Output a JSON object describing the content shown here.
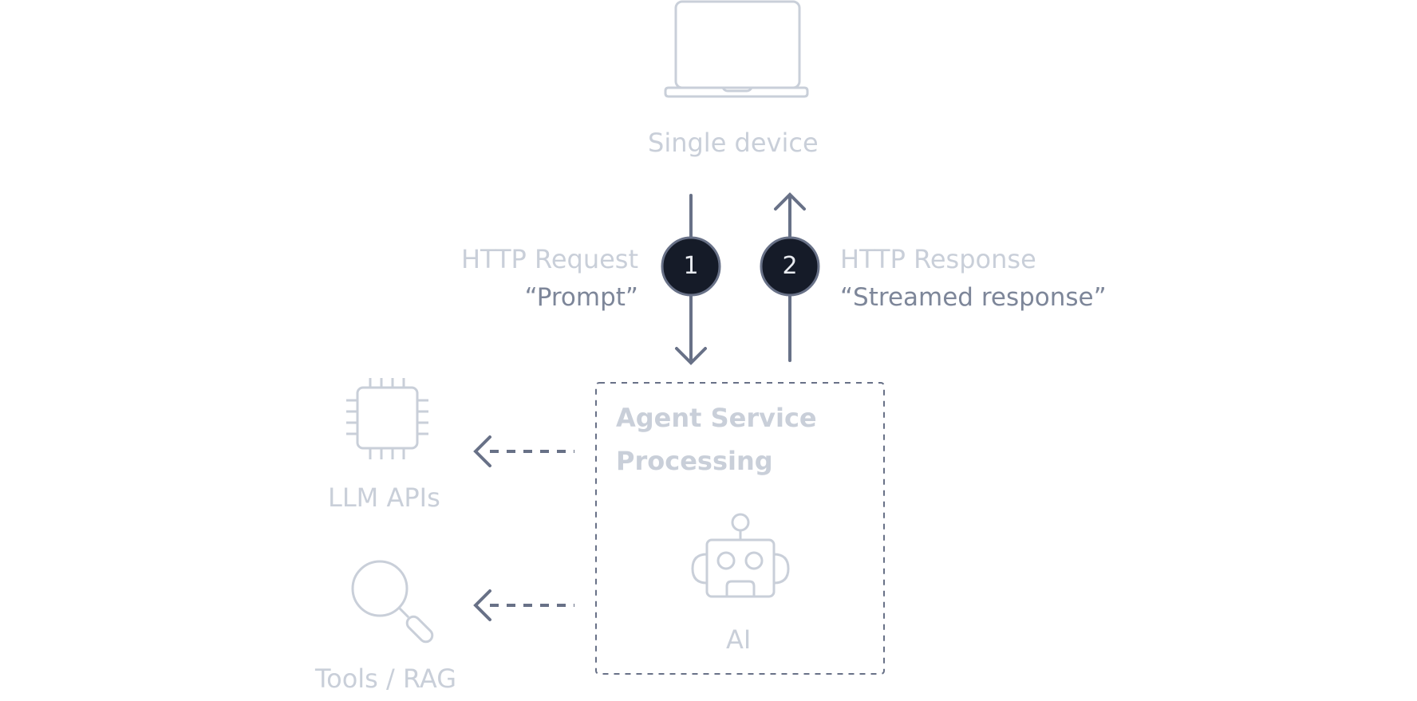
{
  "device": {
    "label": "Single device",
    "icon": "laptop-icon"
  },
  "request": {
    "step": "1",
    "title": "HTTP Request",
    "payload": "“Prompt”"
  },
  "response": {
    "step": "2",
    "title": "HTTP Response",
    "payload": "“Streamed response”"
  },
  "agent": {
    "title_line1": "Agent Service",
    "title_line2": "Processing",
    "ai_label": "AI",
    "icon": "robot-icon"
  },
  "llm": {
    "label": "LLM APIs",
    "icon": "chip-icon"
  },
  "tools": {
    "label": "Tools / RAG",
    "icon": "magnifier-icon"
  },
  "colors": {
    "icon_light": "#c9cfd9",
    "arrow": "#687187",
    "badge_fill": "#151b28",
    "text_mid": "#7d8699"
  }
}
